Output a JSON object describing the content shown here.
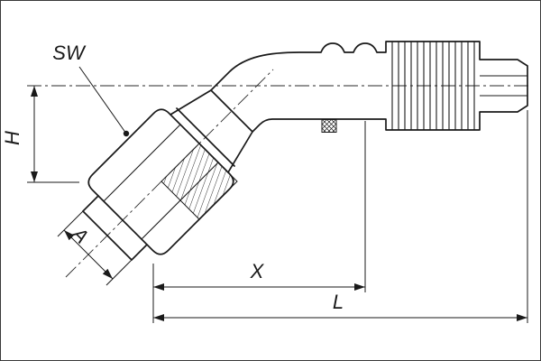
{
  "drawing": {
    "background": "#ffffff",
    "line_color": "#1a1a1a",
    "labels": {
      "wrench_size": "SW",
      "height": "H",
      "nut_dia": "A",
      "cutoff_length": "X",
      "overall_length": "L"
    }
  }
}
